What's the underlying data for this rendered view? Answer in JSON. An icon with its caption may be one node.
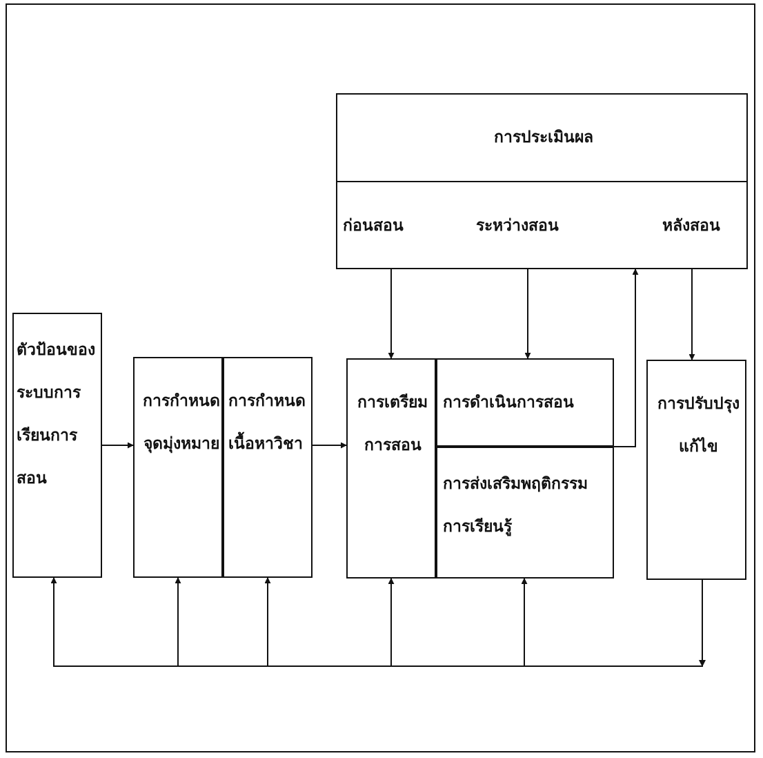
{
  "diagram": {
    "nodes": [
      {
        "text": [
          "การประเมินผล"
        ]
      },
      {
        "text": [
          "ก่อนสอน"
        ],
        "in": 0
      },
      {
        "text": [
          "ระหว่างสอน"
        ],
        "in": 0
      },
      {
        "text": [
          "หลังสอน"
        ],
        "in": 0
      },
      {
        "text": [
          "ตัวป้อนของระบบการเรียนการสอน"
        ]
      },
      {
        "text": [
          "การกำหนดจุดมุ่งหมาย"
        ]
      },
      {
        "text": [
          "การกำหนดเนื้อหาวิชา"
        ]
      },
      {
        "text": [
          "การเตรียมการสอน"
        ]
      },
      {
        "text": [
          "การดำเนินการสอน"
        ]
      },
      {
        "text": [
          "การส่งเสริมพฤติกรรมการเรียนรู้"
        ]
      },
      {
        "text": [
          "การปรับปรุงแก้ไข"
        ]
      }
    ],
    "edges": [
      {
        "from": 4,
        "to": 5,
        "arrow": "to"
      },
      {
        "from": 6,
        "to": 7,
        "arrow": "to"
      },
      {
        "from": 1,
        "to": 7,
        "arrow": "to"
      },
      {
        "from": 2,
        "to": 8,
        "arrow": "to"
      },
      {
        "from": 8,
        "to": 0,
        "arrow": "to"
      },
      {
        "from": 3,
        "to": 10,
        "arrow": "to"
      },
      {
        "from": 10,
        "to": 4,
        "arrow": "to"
      },
      {
        "from": 10,
        "to": 5,
        "arrow": "to"
      },
      {
        "from": 10,
        "to": 6,
        "arrow": "to"
      },
      {
        "from": 10,
        "to": 7,
        "arrow": "to"
      },
      {
        "from": 10,
        "to": 9,
        "arrow": "to"
      }
    ]
  }
}
